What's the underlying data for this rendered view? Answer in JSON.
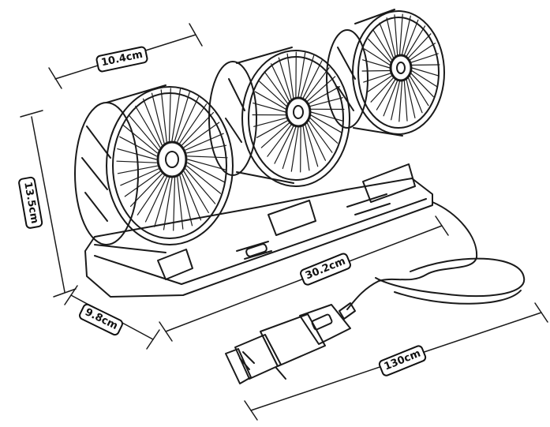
{
  "dimensions": {
    "fan_width": "10.4cm",
    "height": "13.5cm",
    "depth": "9.8cm",
    "base_length": "30.2cm",
    "cable_length": "130cm"
  },
  "style": {
    "line_color": "#1a1a1a",
    "background": "#ffffff"
  }
}
